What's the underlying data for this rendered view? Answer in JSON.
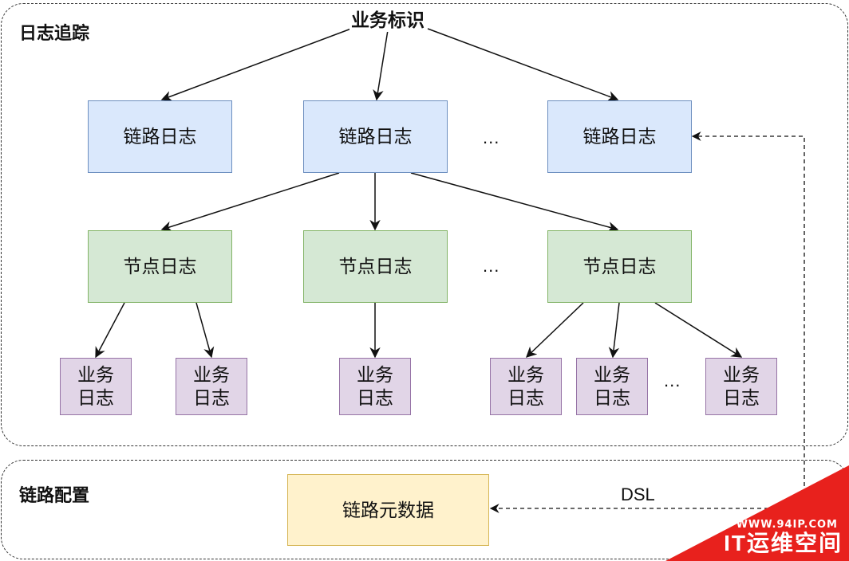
{
  "top_label": "业务标识",
  "groups": {
    "trace": {
      "label": "日志追踪"
    },
    "config": {
      "label": "链路配置"
    }
  },
  "chain_logs": [
    "链路日志",
    "链路日志",
    "链路日志"
  ],
  "node_logs": [
    "节点日志",
    "节点日志",
    "节点日志"
  ],
  "business_logs": [
    "业务日志",
    "业务日志",
    "业务日志",
    "业务日志",
    "业务日志",
    "业务日志"
  ],
  "ellipsis": "...",
  "metadata_box": "链路元数据",
  "dsl_label": "DSL",
  "watermark": {
    "url": "WWW.94IP.COM",
    "name": "IT运维空间"
  },
  "colors": {
    "chain": "#dae8fc",
    "node": "#d5e8d4",
    "business": "#e1d5e7",
    "metadata": "#fff2cc",
    "watermark": "#e8211d"
  }
}
